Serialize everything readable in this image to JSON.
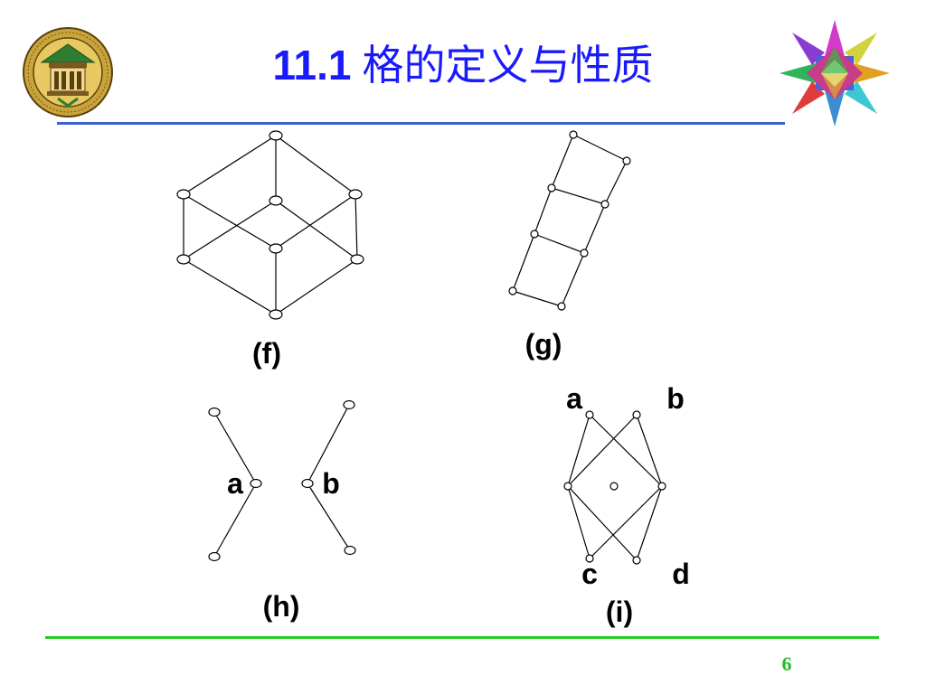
{
  "slide": {
    "title_number": "11.1",
    "title_text": "格的定义与性质",
    "page_number": "6"
  },
  "logo": {
    "depicts": "university-seal"
  },
  "decoration": {
    "depicts": "stellated-polyhedron"
  },
  "colors": {
    "title": "#1a1aff",
    "title_rule": "#3a5fd0",
    "bottom_rule": "#22cc22",
    "page_number": "#22bb22",
    "seal_gold": "#c9a43a",
    "seal_dark": "#5a4010"
  },
  "figures": [
    {
      "id": "f",
      "caption": "(f)",
      "nodes": [
        {
          "id": "top",
          "label": ""
        },
        {
          "id": "l1",
          "label": ""
        },
        {
          "id": "c1",
          "label": ""
        },
        {
          "id": "r1",
          "label": ""
        },
        {
          "id": "l2",
          "label": ""
        },
        {
          "id": "c2",
          "label": ""
        },
        {
          "id": "r2",
          "label": ""
        },
        {
          "id": "bottom",
          "label": ""
        }
      ],
      "edges": [
        [
          "top",
          "l1"
        ],
        [
          "top",
          "c1"
        ],
        [
          "top",
          "r1"
        ],
        [
          "l1",
          "l2"
        ],
        [
          "l1",
          "c2"
        ],
        [
          "c1",
          "l2"
        ],
        [
          "c1",
          "r2"
        ],
        [
          "r1",
          "c2"
        ],
        [
          "r1",
          "r2"
        ],
        [
          "l2",
          "bottom"
        ],
        [
          "c2",
          "bottom"
        ],
        [
          "r2",
          "bottom"
        ]
      ]
    },
    {
      "id": "g",
      "caption": "(g)",
      "nodes": [
        {
          "id": "g_top",
          "label": ""
        },
        {
          "id": "g_r1",
          "label": ""
        },
        {
          "id": "g_l1",
          "label": ""
        },
        {
          "id": "g_r2",
          "label": ""
        },
        {
          "id": "g_l2",
          "label": ""
        },
        {
          "id": "g_r3",
          "label": ""
        },
        {
          "id": "g_l3",
          "label": ""
        },
        {
          "id": "g_bottom",
          "label": ""
        }
      ],
      "edges": [
        [
          "g_top",
          "g_r1"
        ],
        [
          "g_top",
          "g_l1"
        ],
        [
          "g_r1",
          "g_r2"
        ],
        [
          "g_l1",
          "g_r2"
        ],
        [
          "g_l1",
          "g_l2"
        ],
        [
          "g_r2",
          "g_r3"
        ],
        [
          "g_l2",
          "g_r3"
        ],
        [
          "g_l2",
          "g_l3"
        ],
        [
          "g_r3",
          "g_bottom"
        ],
        [
          "g_l3",
          "g_bottom"
        ]
      ]
    },
    {
      "id": "h",
      "caption": "(h)",
      "nodes": [
        {
          "id": "h_lt",
          "label": ""
        },
        {
          "id": "a",
          "label": "a"
        },
        {
          "id": "h_lb",
          "label": ""
        },
        {
          "id": "h_rt",
          "label": ""
        },
        {
          "id": "b",
          "label": "b"
        },
        {
          "id": "h_rb",
          "label": ""
        }
      ],
      "edges": [
        [
          "h_lt",
          "a"
        ],
        [
          "a",
          "h_lb"
        ],
        [
          "h_rt",
          "b"
        ],
        [
          "b",
          "h_rb"
        ]
      ]
    },
    {
      "id": "i",
      "caption": "(i)",
      "nodes": [
        {
          "id": "a",
          "label": "a"
        },
        {
          "id": "b",
          "label": "b"
        },
        {
          "id": "i_l",
          "label": ""
        },
        {
          "id": "i_m",
          "label": ""
        },
        {
          "id": "i_r",
          "label": ""
        },
        {
          "id": "c",
          "label": "c"
        },
        {
          "id": "d",
          "label": "d"
        }
      ],
      "edges": [
        [
          "a",
          "i_l"
        ],
        [
          "a",
          "i_r"
        ],
        [
          "b",
          "i_l"
        ],
        [
          "b",
          "i_r"
        ],
        [
          "i_l",
          "c"
        ],
        [
          "i_l",
          "d"
        ],
        [
          "i_r",
          "c"
        ],
        [
          "i_r",
          "d"
        ]
      ]
    }
  ]
}
